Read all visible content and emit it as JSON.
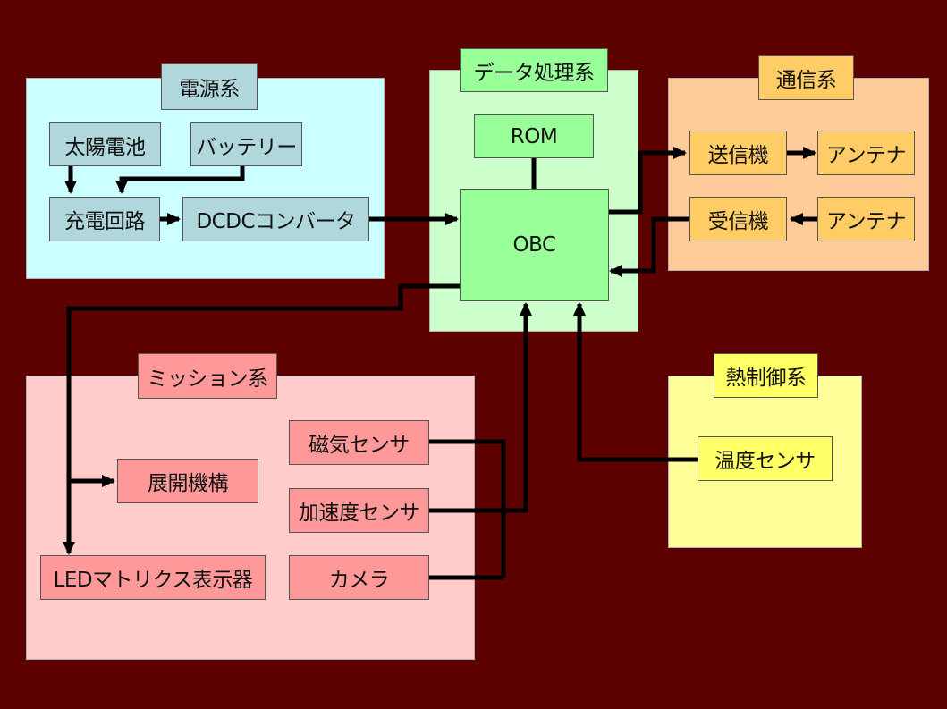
{
  "colors": {
    "background": "#5c0000",
    "power_bg": "#ccffff",
    "power_box": "#b0d8dc",
    "data_bg": "#ccffcc",
    "data_box": "#99ff99",
    "comm_bg": "#ffcc99",
    "comm_box": "#ffcc66",
    "thermal_bg": "#ffff99",
    "thermal_box": "#ffff66",
    "mission_bg": "#ffcccc",
    "mission_box": "#ff9999",
    "wire": "#000000"
  },
  "groups": {
    "power": {
      "title": "電源系",
      "solar": "太陽電池",
      "battery": "バッテリー",
      "charger": "充電回路",
      "dcdc": "DCDCコンバータ"
    },
    "data": {
      "title": "データ処理系",
      "rom": "ROM",
      "obc": "OBC"
    },
    "comm": {
      "title": "通信系",
      "transmitter": "送信機",
      "antenna_tx": "アンテナ",
      "receiver": "受信機",
      "antenna_rx": "アンテナ"
    },
    "thermal": {
      "title": "熱制御系",
      "temp_sensor": "温度センサ"
    },
    "mission": {
      "title": "ミッション系",
      "magnetic_sensor": "磁気センサ",
      "accel_sensor": "加速度センサ",
      "camera": "カメラ",
      "deploy": "展開機構",
      "led": "LEDマトリクス表示器"
    }
  }
}
